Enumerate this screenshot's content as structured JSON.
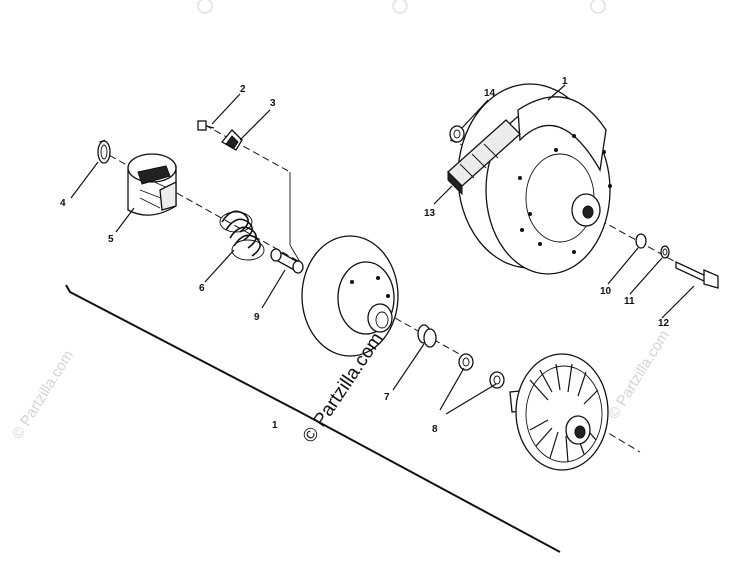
{
  "callouts": {
    "c1_top": "1",
    "c2": "2",
    "c3": "3",
    "c4": "4",
    "c5": "5",
    "c6": "6",
    "c7": "7",
    "c8": "8",
    "c9": "9",
    "c10": "10",
    "c11": "11",
    "c12": "12",
    "c13": "13",
    "c14": "14",
    "c1_bottom": "1"
  },
  "watermark": {
    "center": "© Partzilla.com",
    "left": "© Partzilla.com",
    "right": "© Partzilla.com"
  }
}
